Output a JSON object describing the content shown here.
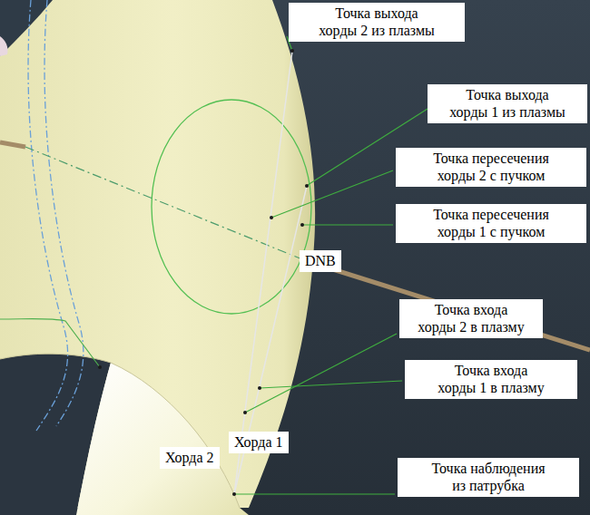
{
  "diagram": {
    "nodes": [
      {
        "text": [
          "Точка выхода хорды 2 из плазмы"
        ]
      },
      {
        "text": [
          "Точка выхода хорды 1 из плазмы"
        ]
      },
      {
        "text": [
          "Точка пересечения хорды 2 с пучком"
        ]
      },
      {
        "text": [
          "Точка пересечения хорды 1 с пучком"
        ]
      },
      {
        "text": [
          "DNB"
        ]
      },
      {
        "text": [
          "Точка входа хорды 2 в плазму"
        ]
      },
      {
        "text": [
          "Точка входа хорды 1 в плазму"
        ]
      },
      {
        "text": [
          "Хорда 2"
        ]
      },
      {
        "text": [
          "Хорда 1"
        ]
      },
      {
        "text": [
          "Точка наблюдения из патрубка"
        ]
      }
    ]
  }
}
